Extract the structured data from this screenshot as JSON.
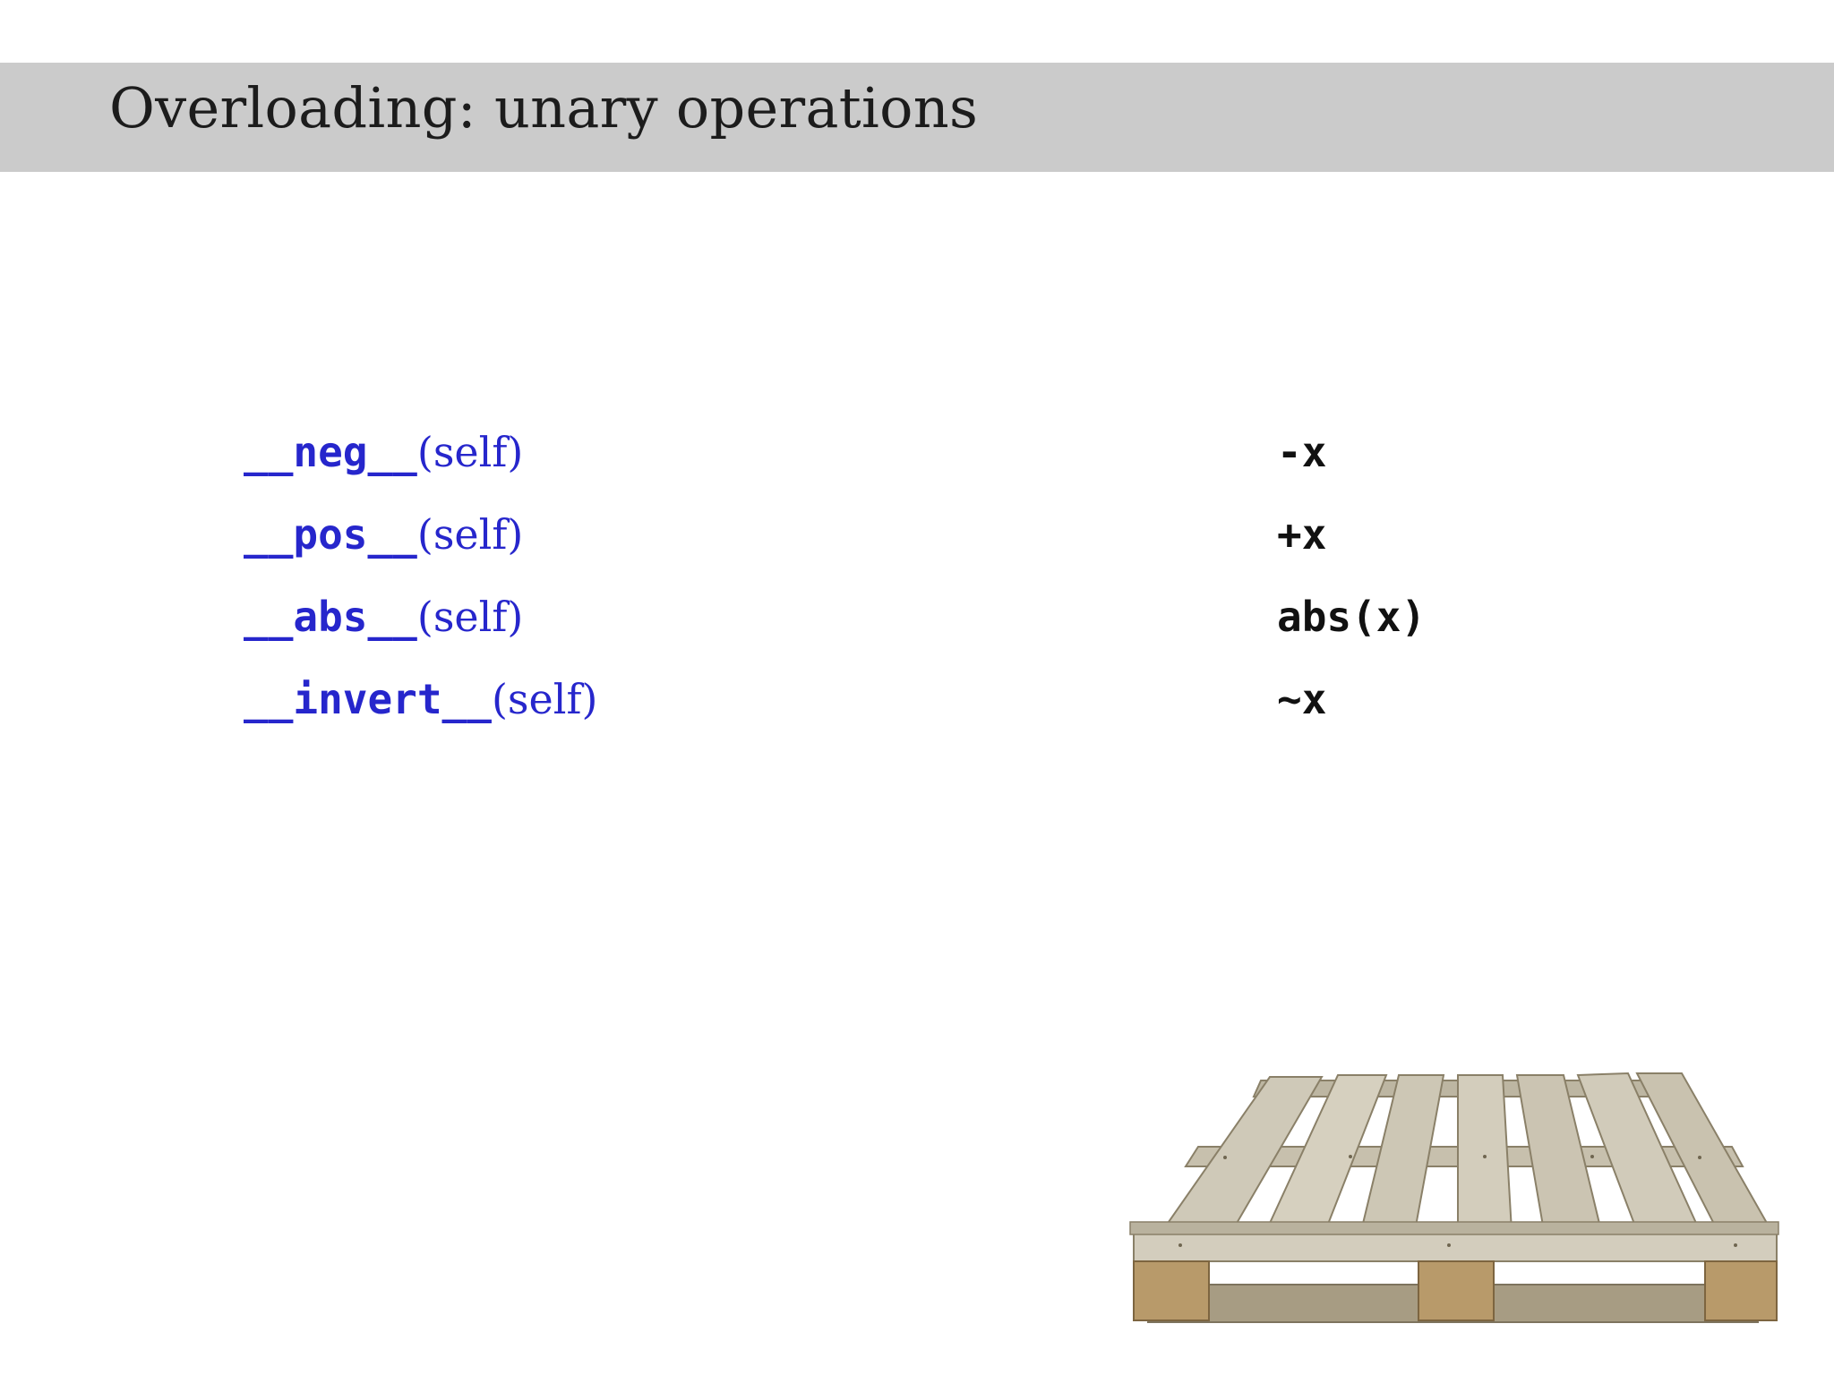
{
  "slide": {
    "title": "Overloading: unary operations"
  },
  "operations": [
    {
      "method_name": "__neg__",
      "method_args": "(self)",
      "expression": "-x"
    },
    {
      "method_name": "__pos__",
      "method_args": "(self)",
      "expression": "+x"
    },
    {
      "method_name": "__abs__",
      "method_args": "(self)",
      "expression": "abs(x)"
    },
    {
      "method_name": "__invert__",
      "method_args": "(self)",
      "expression": "~x"
    }
  ],
  "colors": {
    "title_bar": "#cbcbcb",
    "method_text": "#2626cc",
    "expression_text": "#111111",
    "wood_light": "#cfc9b8",
    "wood_dark": "#9a8f78",
    "block_wood": "#b89a6a"
  },
  "illustration": {
    "icon": "wooden-pallet-icon"
  }
}
